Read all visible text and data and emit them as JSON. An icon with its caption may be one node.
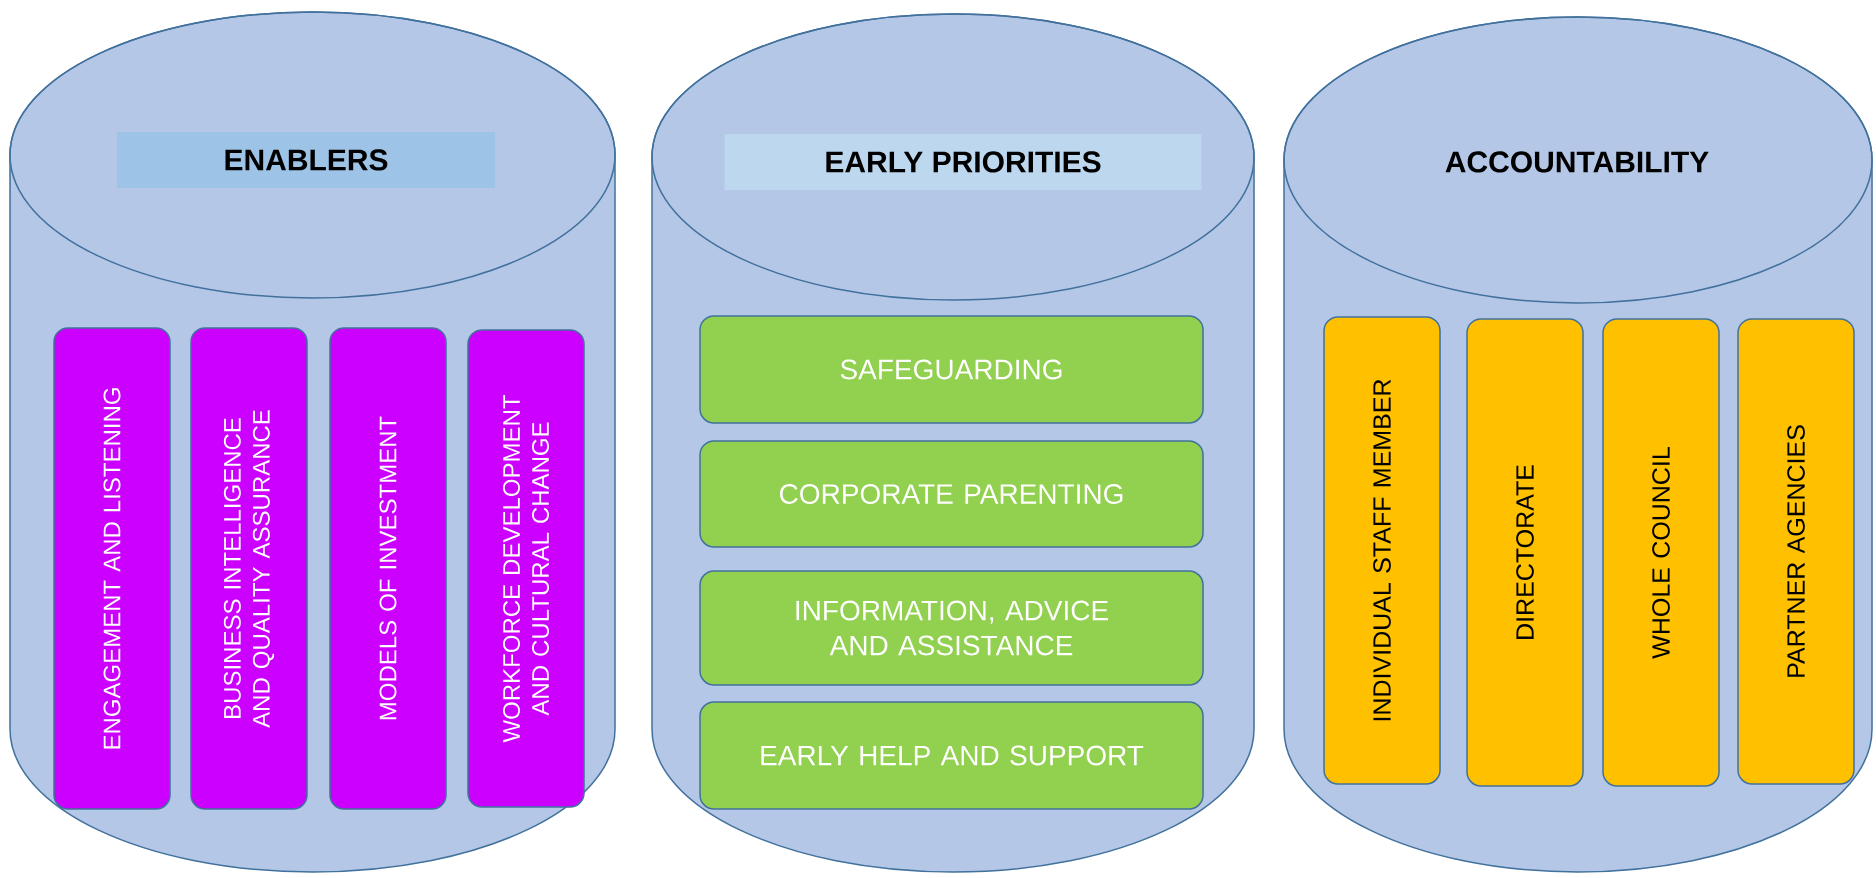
{
  "diagram": {
    "nodes": [
      {
        "text": [
          "ENABLERS"
        ]
      },
      {
        "text": [
          "ENGAGEMENT AND LISTENING"
        ],
        "in": 0
      },
      {
        "text": [
          "BUSINESS INTELLIGENCE AND QUALITY ASSURANCE"
        ],
        "in": 0
      },
      {
        "text": [
          "MODELS OF INVESTMENT"
        ],
        "in": 0
      },
      {
        "text": [
          "WORKFORCE DEVELOPMENT AND CULTURAL CHANGE"
        ],
        "in": 0
      },
      {
        "text": [
          "EARLY PRIORITIES"
        ]
      },
      {
        "text": [
          "SAFEGUARDING"
        ],
        "in": 5
      },
      {
        "text": [
          "CORPORATE PARENTING"
        ],
        "in": 5
      },
      {
        "text": [
          "INFORMATION, ADVICE AND ASSISTANCE"
        ],
        "in": 5
      },
      {
        "text": [
          "EARLY HELP AND SUPPORT"
        ],
        "in": 5
      },
      {
        "text": [
          "ACCOUNTABILITY"
        ]
      },
      {
        "text": [
          "INDIVIDUAL STAFF MEMBER"
        ],
        "in": 10
      },
      {
        "text": [
          "DIRECTORATE"
        ],
        "in": 10
      },
      {
        "text": [
          "WHOLE COUNCIL"
        ],
        "in": 10
      },
      {
        "text": [
          "PARTNER AGENCIES"
        ],
        "in": 10
      }
    ]
  }
}
